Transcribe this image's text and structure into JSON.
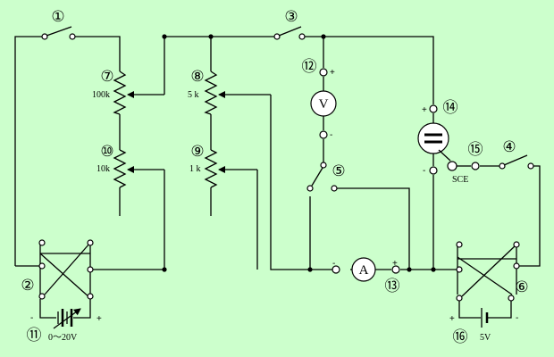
{
  "markers": {
    "m1": "①",
    "m2": "②",
    "m3": "③",
    "m4": "④",
    "m5": "⑤",
    "m6": "⑥",
    "m7": "⑦",
    "m8": "⑧",
    "m9": "⑨",
    "m10": "⑩",
    "m11": "⑪",
    "m12": "⑫",
    "m13": "⑬",
    "m14": "⑭",
    "m15": "⑮",
    "m16": "⑯"
  },
  "labels": {
    "r7": "100k",
    "r10": "10k",
    "r8": "5 k",
    "r9": "1 k",
    "source_left": "0～20V",
    "source_right": "5V",
    "sce": "SCE",
    "voltmeter": "V",
    "ammeter": "A"
  },
  "signs": {
    "plus": "+",
    "minus": "-"
  }
}
